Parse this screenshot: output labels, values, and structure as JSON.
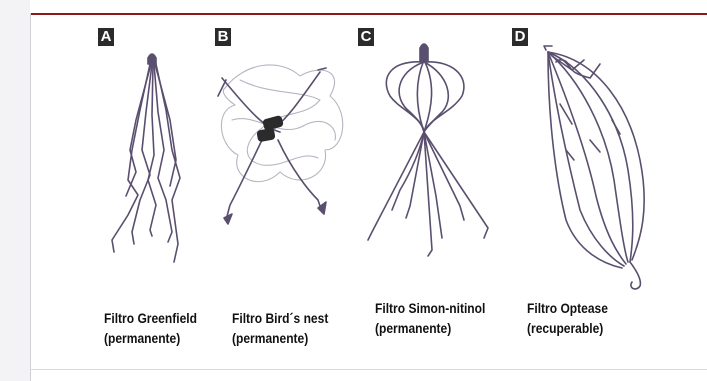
{
  "panels": [
    {
      "letter": "A",
      "caption_line1": "Filtro Greenfield",
      "caption_line2": "(permanente)"
    },
    {
      "letter": "B",
      "caption_line1": "Filtro Bird´s nest",
      "caption_line2": "(permanente)"
    },
    {
      "letter": "C",
      "caption_line1": "Filtro Simon-nitinol",
      "caption_line2": "(permanente)"
    },
    {
      "letter": "D",
      "caption_line1": "Filtro Optease",
      "caption_line2": "(recuperable)"
    }
  ],
  "colors": {
    "accent_rule": "#8b1a1a",
    "ink": "#5a4f6e",
    "label_bg": "#2b2b2b"
  }
}
